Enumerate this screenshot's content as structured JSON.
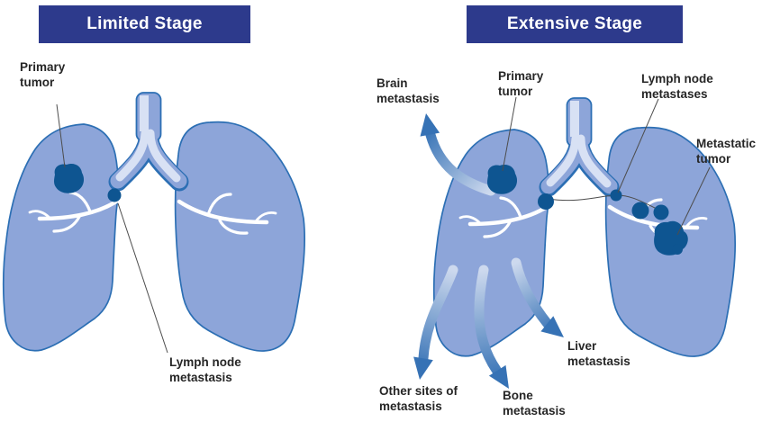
{
  "diagram_type": "lung-cancer-staging-illustration",
  "panels": [
    {
      "title": "Limited Stage",
      "labels": [
        {
          "id": "primary-tumor",
          "lines": [
            "Primary",
            "tumor"
          ]
        },
        {
          "id": "lymph-node-metastasis",
          "lines": [
            "Lymph node",
            "metastasis"
          ]
        }
      ]
    },
    {
      "title": "Extensive Stage",
      "labels": [
        {
          "id": "brain-metastasis",
          "lines": [
            "Brain",
            "metastasis"
          ]
        },
        {
          "id": "primary-tumor",
          "lines": [
            "Primary",
            "tumor"
          ]
        },
        {
          "id": "lymph-node-metastases",
          "lines": [
            "Lymph node",
            "metastases"
          ]
        },
        {
          "id": "metastatic-tumor",
          "lines": [
            "Metastatic",
            "tumor"
          ]
        },
        {
          "id": "liver-metastasis",
          "lines": [
            "Liver",
            "metastasis"
          ]
        },
        {
          "id": "bone-metastasis",
          "lines": [
            "Bone",
            "metastasis"
          ]
        },
        {
          "id": "other-sites-of-metastasis",
          "lines": [
            "Other sites of",
            "metastasis"
          ]
        }
      ]
    }
  ],
  "colors": {
    "header_bg": "#2d3a8c",
    "header_text": "#ffffff",
    "lung_fill": "#8da5d9",
    "lung_outline": "#2c6fb4",
    "airway_light": "#d8e1f4",
    "airway_white": "#ffffff",
    "tumor_fill": "#0e5591",
    "arrow_start": "#cdd9ee",
    "arrow_end": "#3672b5",
    "leader_line": "#4d4d4d",
    "label_text": "#262626"
  }
}
